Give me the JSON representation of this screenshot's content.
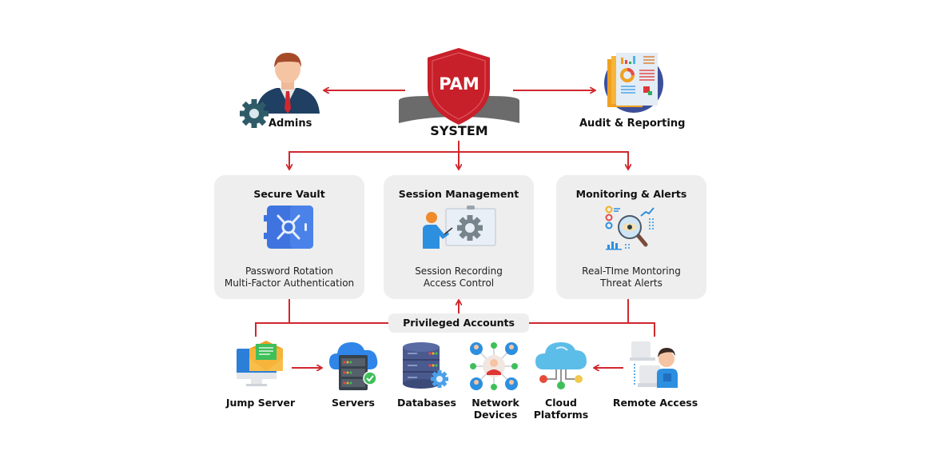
{
  "diagram": {
    "center": {
      "badge": "PAM",
      "label": "SYSTEM"
    },
    "top_left": {
      "label": "Admins",
      "icon": "admin-user-with-gear-icon"
    },
    "top_right": {
      "label": "Audit & Reporting",
      "icon": "report-documents-icon"
    },
    "modules": [
      {
        "title": "Secure Vault",
        "icon": "vault-safe-icon",
        "lines": [
          "Password Rotation",
          "Multi-Factor Authentication"
        ]
      },
      {
        "title": "Session Management",
        "icon": "presentation-gear-icon",
        "lines": [
          "Session Recording",
          "Access Control"
        ]
      },
      {
        "title": "Monitoring & Alerts",
        "icon": "magnifier-eye-analytics-icon",
        "lines": [
          "Real-TIme Montoring",
          "Threat Alerts"
        ]
      }
    ],
    "hub": {
      "label": "Privileged Accounts"
    },
    "resources": [
      {
        "label": [
          "Jump Server"
        ],
        "icon": "monitor-envelope-icon"
      },
      {
        "label": [
          "Servers"
        ],
        "icon": "cloud-server-check-icon"
      },
      {
        "label": [
          "Databases"
        ],
        "icon": "database-gear-icon"
      },
      {
        "label": [
          "Network",
          "Devices"
        ],
        "icon": "network-users-icon"
      },
      {
        "label": [
          "Cloud",
          "Platforms"
        ],
        "icon": "cloud-network-icon"
      },
      {
        "label": [
          "Remote Access"
        ],
        "icon": "remote-worker-laptops-icon"
      }
    ],
    "colors": {
      "connector": "#d0282e",
      "shield": "#c8202a",
      "card_bg": "#eeeeee",
      "base_gray": "#6b6b6b"
    }
  }
}
